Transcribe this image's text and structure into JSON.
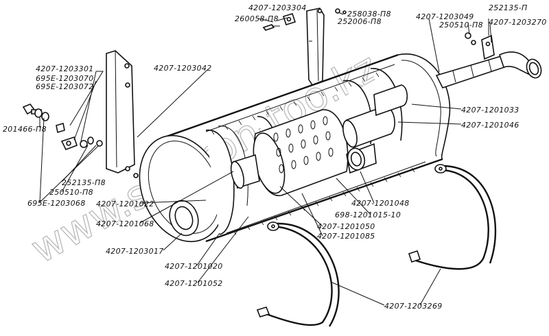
{
  "diagram": {
    "watermark": "www.sinhron-too.kz",
    "labels": {
      "l_4207_1203304": "4207-1203304",
      "l_260058_p8": "260058-П8",
      "l_258038_p8": "258038-П8",
      "l_252006_p8": "252006-П8",
      "l_4207_1203049": "4207-1203049",
      "l_252135_p_top": "252135-П",
      "l_250510_p8_top": "250510-П8",
      "l_4207_1203270": "4207-1203270",
      "l_4207_1203301": "4207-1203301",
      "l_695e_1203070": "695Е-1203070",
      "l_695e_1203072": "695Е-1203072",
      "l_4207_1203042": "4207-1203042",
      "l_201466_p8": "201466-П8",
      "l_4207_1201033": "4207-1201033",
      "l_4207_1201046": "4207-1201046",
      "l_252135_p8": "252135-П8",
      "l_250510_p8": "250510-П8",
      "l_695e_1203068": "695Е-1203068",
      "l_4207_1201022": "4207-1201022",
      "l_4207_1201068": "4207-1201068",
      "l_4207_1201048": "4207-1201048",
      "l_698_1201015_10": "698-1201015-10",
      "l_4207_1201050": "4207-1201050",
      "l_4207_1201085": "4207-1201085",
      "l_4207_1203017": "4207-1203017",
      "l_4207_1201020": "4207-1201020",
      "l_4207_1201052": "4207-1201052",
      "l_4207_1203269": "4207-1203269"
    }
  }
}
